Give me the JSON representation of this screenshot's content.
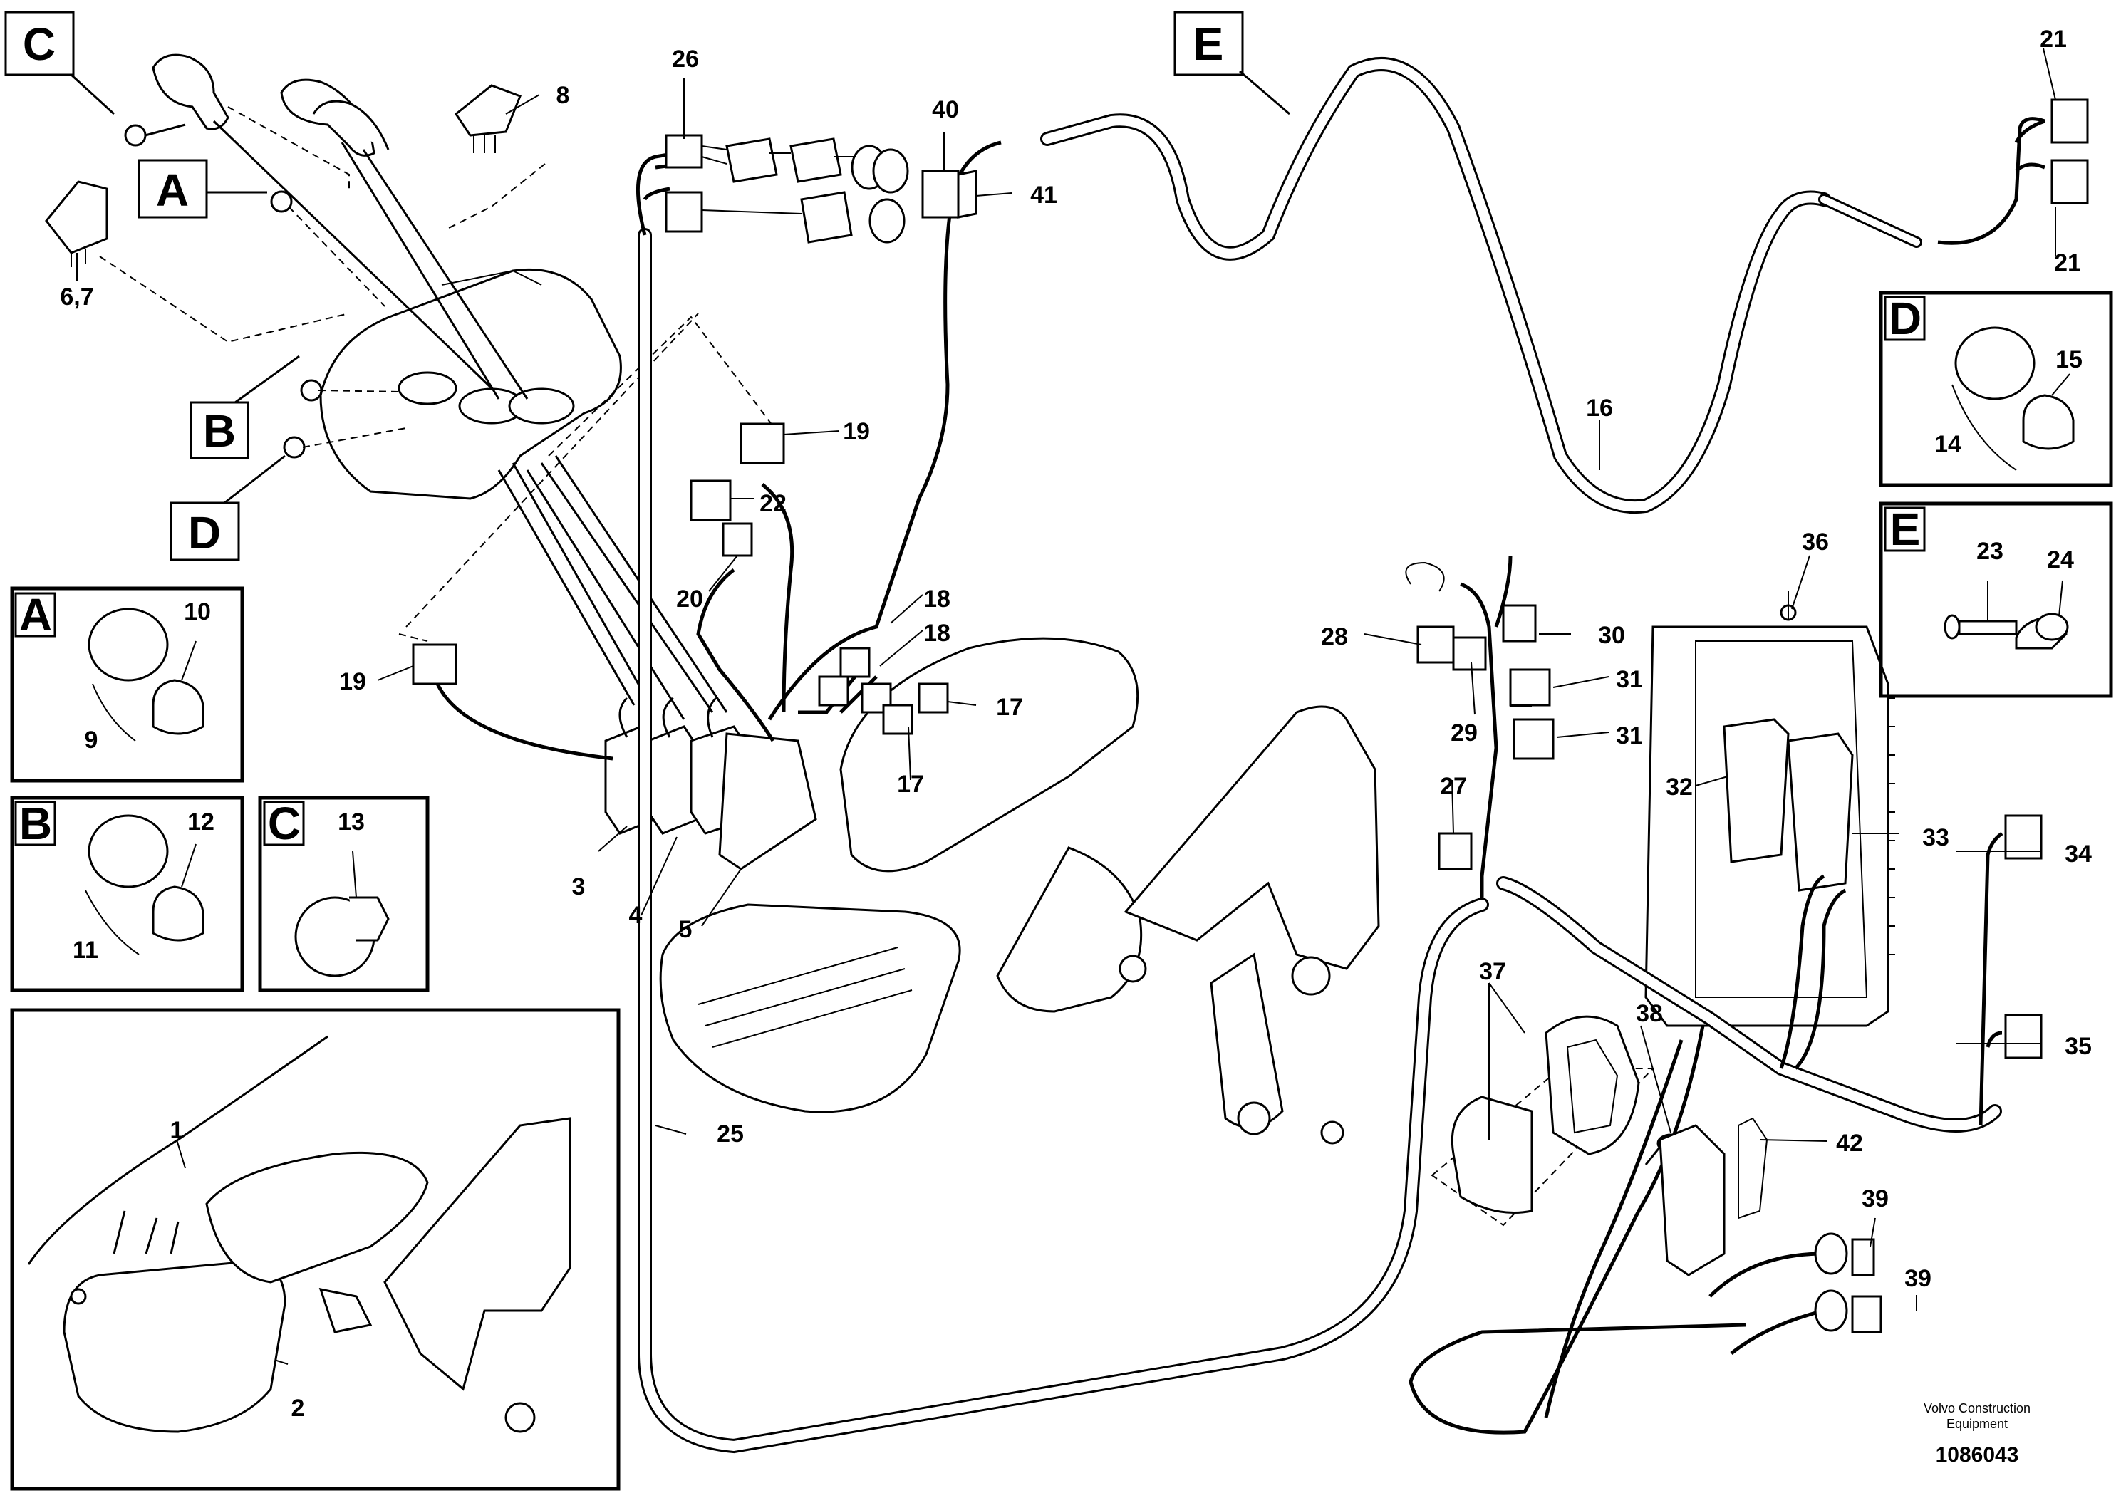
{
  "figure_number": "1086043",
  "brand_lines": [
    "Volvo Construction",
    "Equipment"
  ],
  "callout_letters": {
    "c": "C",
    "a": "A",
    "b": "B",
    "d": "D",
    "e": "E"
  },
  "part_numbers": {
    "p1": "1",
    "p2": "2",
    "p3": "3",
    "p4": "4",
    "p5": "5",
    "p67": "6,7",
    "p8": "8",
    "p9": "9",
    "p10": "10",
    "p11": "11",
    "p12": "12",
    "p13": "13",
    "p14": "14",
    "p15": "15",
    "p16": "16",
    "p17a": "17",
    "p17b": "17",
    "p18a": "18",
    "p18b": "18",
    "p19a": "19",
    "p19b": "19",
    "p20": "20",
    "p21a": "21",
    "p21b": "21",
    "p22": "22",
    "p23": "23",
    "p24": "24",
    "p25": "25",
    "p26": "26",
    "p27": "27",
    "p28": "28",
    "p29": "29",
    "p30": "30",
    "p31a": "31",
    "p31b": "31",
    "p32": "32",
    "p33": "33",
    "p34": "34",
    "p35": "35",
    "p36": "36",
    "p37": "37",
    "p38": "38",
    "p39a": "39",
    "p39b": "39",
    "p40": "40",
    "p41": "41",
    "p42": "42"
  },
  "detail_panels": {
    "A": {
      "letter": "A",
      "parts": [
        "9",
        "10"
      ]
    },
    "B": {
      "letter": "B",
      "parts": [
        "11",
        "12"
      ]
    },
    "C": {
      "letter": "C",
      "parts": [
        "13"
      ]
    },
    "D": {
      "letter": "D",
      "parts": [
        "14",
        "15"
      ]
    },
    "E": {
      "letter": "E",
      "parts": [
        "23",
        "24"
      ]
    }
  },
  "colors": {
    "ink": "#000000",
    "paper": "#ffffff"
  }
}
